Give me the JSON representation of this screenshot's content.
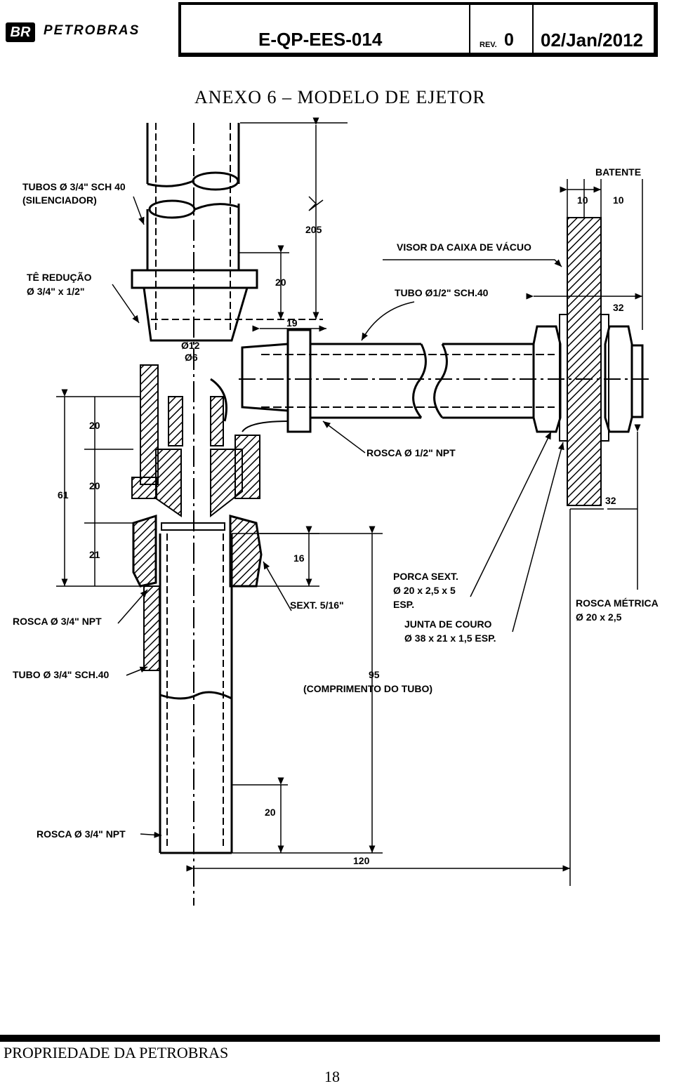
{
  "header": {
    "logo_mark": "BR",
    "logo_name": "PETROBRAS",
    "doc_code": "E-QP-EES-014",
    "rev_label": "REV.",
    "rev_value": "0",
    "date": "02/Jan/2012"
  },
  "title": "ANEXO 6 – MODELO DE EJETOR",
  "drawing": {
    "labels": {
      "tubos_1": "TUBOS Ø 3/4\" SCH 40",
      "tubos_2": "(SILENCIADOR)",
      "te_1": "TÊ REDUÇÃO",
      "te_2": "Ø 3/4\" x 1/2\"",
      "batente": "BATENTE",
      "visor": "VISOR DA CAIXA DE VÁCUO",
      "tubo_half": "TUBO Ø1/2\" SCH.40",
      "rosca_half": "ROSCA Ø 1/2\" NPT",
      "sext": "SEXT. 5/16\"",
      "porca_1": "PORCA SEXT.",
      "porca_2": "Ø 20 x 2,5 x  5",
      "porca_3": "ESP.",
      "junta_1": "JUNTA DE COURO",
      "junta_2": "Ø 38 x 21 x 1,5 ESP.",
      "rosca_metrica_1": "ROSCA MÉTRICA",
      "rosca_metrica_2": "Ø 20 x 2,5",
      "rosca_34_a": "ROSCA Ø 3/4\" NPT",
      "tubo_34": "TUBO Ø 3/4\" SCH.40",
      "comprimento_1": "95",
      "comprimento_2": "(COMPRIMENTO DO TUBO)",
      "rosca_34_b": "ROSCA Ø 3/4\" NPT"
    },
    "dims": {
      "d205": "205",
      "d20_top": "20",
      "d19": "19",
      "d_phi12": "Ø12",
      "d_phi6": "Ø6",
      "d10_a": "10",
      "d10_b": "10",
      "d32_top": "32",
      "d32_bot": "32",
      "d20_a": "20",
      "d20_b": "20",
      "d61": "61",
      "d21": "21",
      "d16": "16",
      "d20_low": "20",
      "d120": "120"
    }
  },
  "footer": {
    "text": "PROPRIEDADE DA PETROBRAS",
    "page": "18"
  }
}
